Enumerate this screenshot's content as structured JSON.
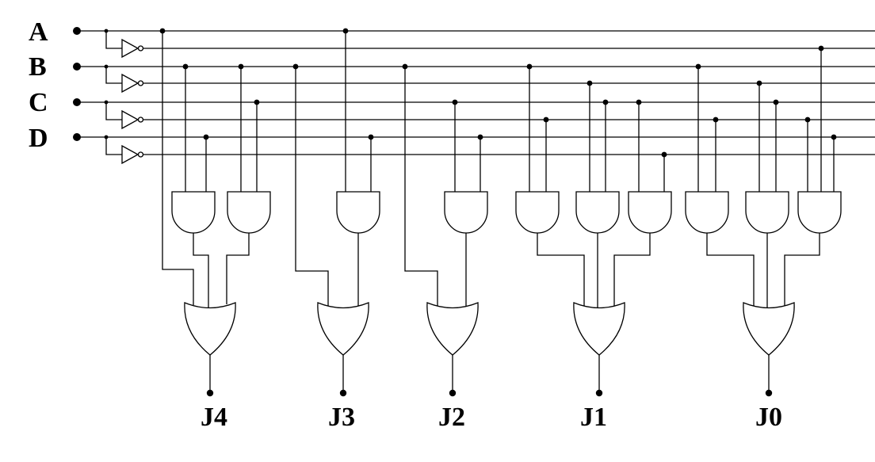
{
  "inputs": {
    "a_label": "A",
    "b_label": "B",
    "c_label": "C",
    "d_label": "D"
  },
  "outputs": {
    "j4_label": "J4",
    "j3_label": "J3",
    "j2_label": "J2",
    "j1_label": "J1",
    "j0_label": "J0"
  },
  "colors": {
    "line": "#000000",
    "background": "#ffffff"
  }
}
